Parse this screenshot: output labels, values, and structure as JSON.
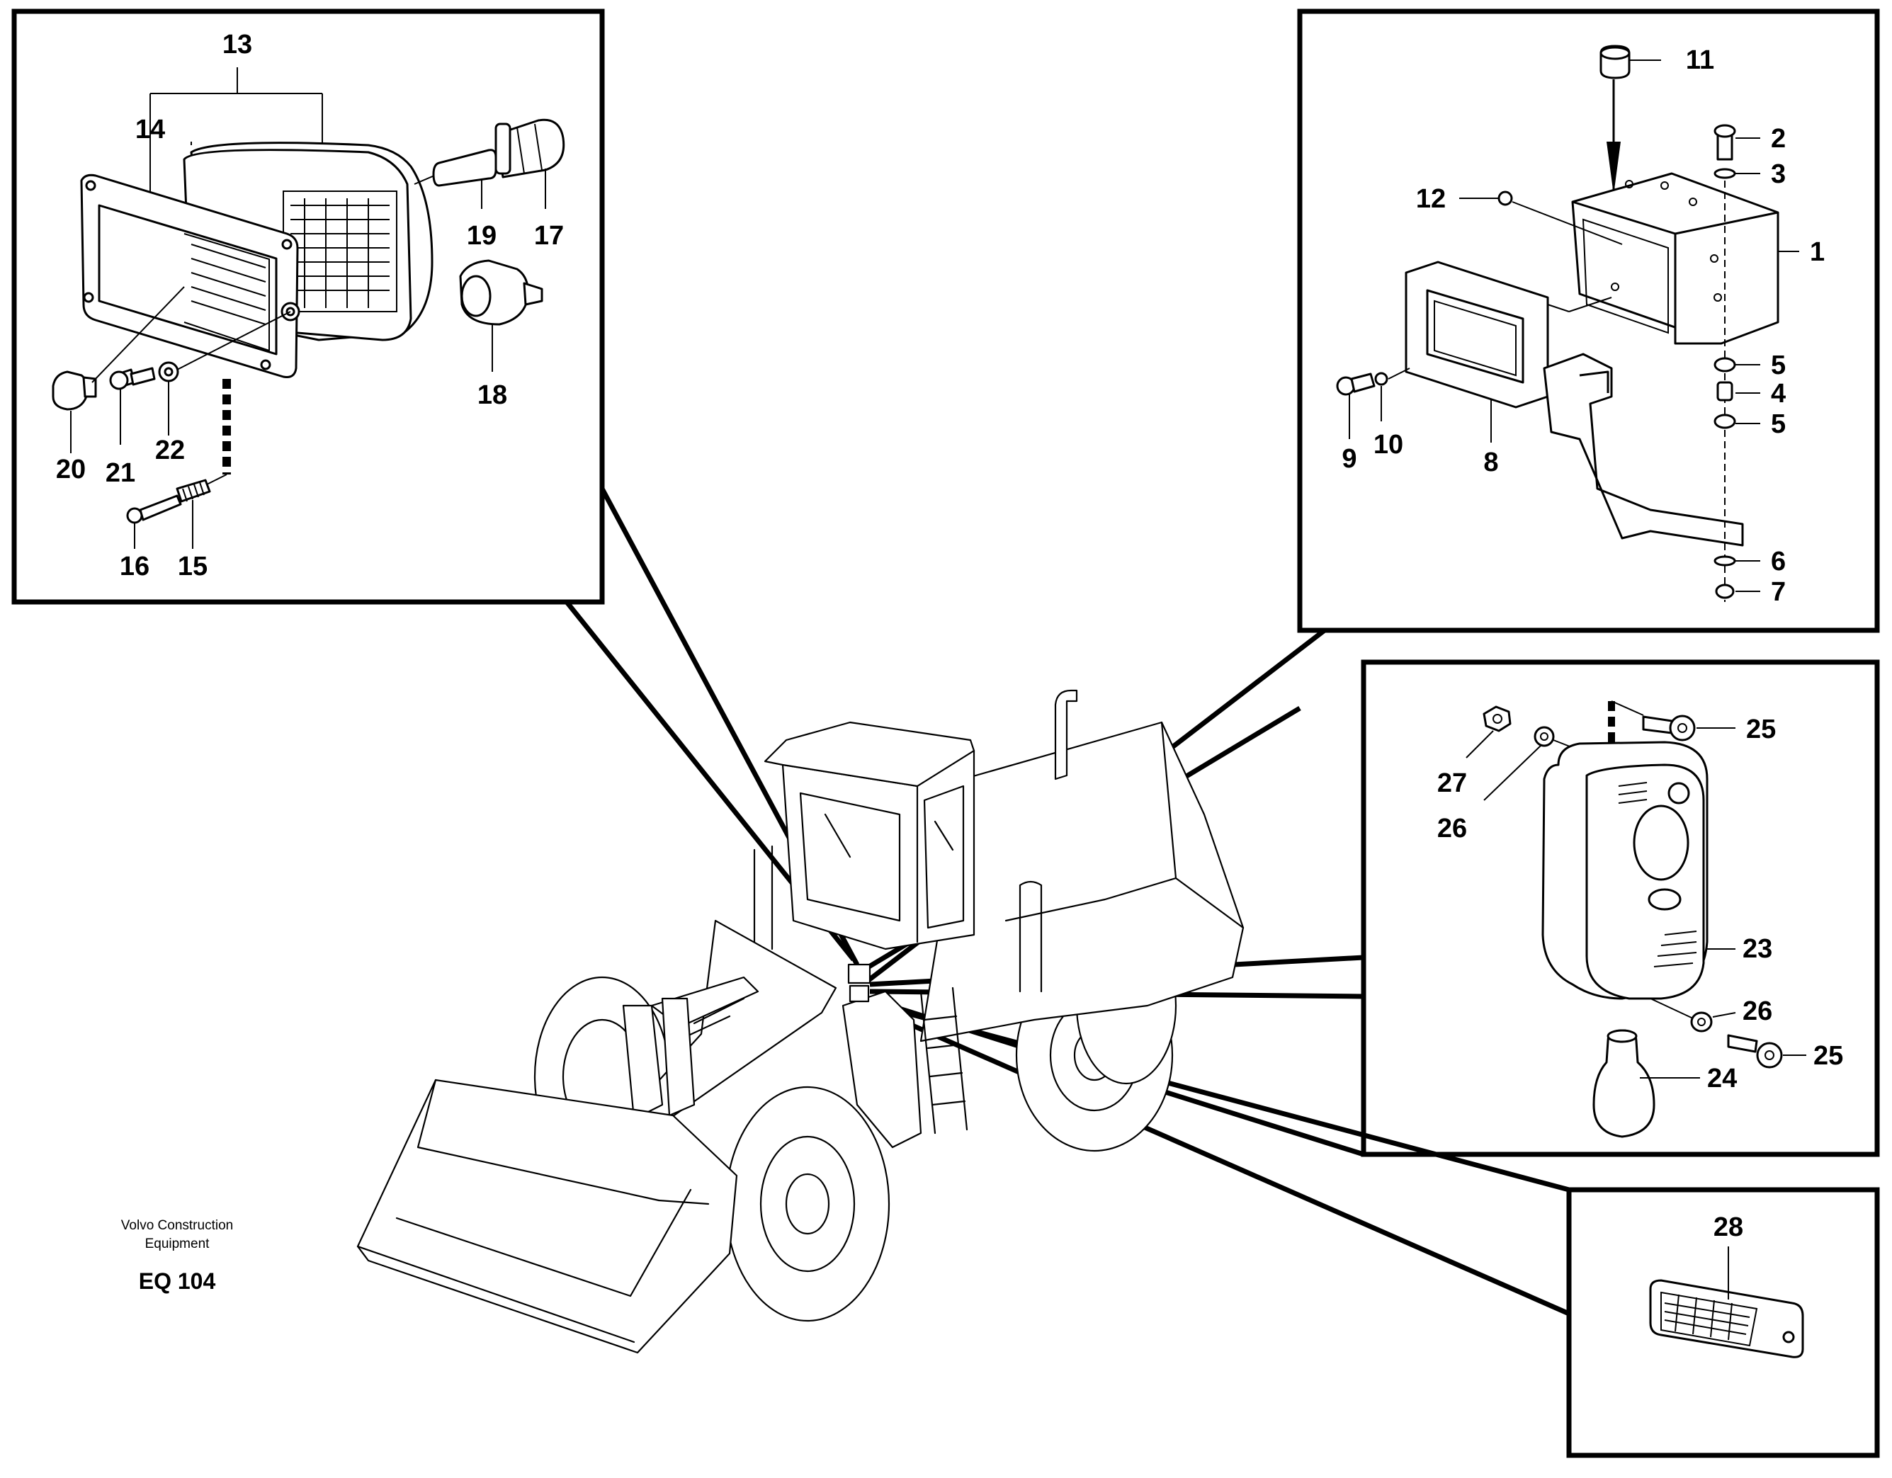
{
  "diagram": {
    "brand": "Volvo Construction\nEquipment",
    "brand_line1": "Volvo Construction",
    "brand_line2": "Equipment",
    "figure_code": "EQ 104",
    "colors": {
      "ink": "#000000",
      "paper": "#ffffff"
    },
    "panels": {
      "work_light": {
        "callouts": [
          {
            "id": "13",
            "label": "13"
          },
          {
            "id": "14",
            "label": "14"
          },
          {
            "id": "19",
            "label": "19"
          },
          {
            "id": "17",
            "label": "17"
          },
          {
            "id": "18",
            "label": "18"
          },
          {
            "id": "20",
            "label": "20"
          },
          {
            "id": "21",
            "label": "21"
          },
          {
            "id": "22",
            "label": "22"
          },
          {
            "id": "16",
            "label": "16"
          },
          {
            "id": "15",
            "label": "15"
          }
        ]
      },
      "bracket": {
        "callouts": [
          {
            "id": "11",
            "label": "11"
          },
          {
            "id": "2",
            "label": "2"
          },
          {
            "id": "3",
            "label": "3"
          },
          {
            "id": "12",
            "label": "12"
          },
          {
            "id": "1",
            "label": "1"
          },
          {
            "id": "5a",
            "label": "5"
          },
          {
            "id": "4",
            "label": "4"
          },
          {
            "id": "5b",
            "label": "5"
          },
          {
            "id": "9",
            "label": "9"
          },
          {
            "id": "10",
            "label": "10"
          },
          {
            "id": "8",
            "label": "8"
          },
          {
            "id": "6",
            "label": "6"
          },
          {
            "id": "7",
            "label": "7"
          }
        ]
      },
      "lamp": {
        "callouts": [
          {
            "id": "25a",
            "label": "25"
          },
          {
            "id": "27",
            "label": "27"
          },
          {
            "id": "26a",
            "label": "26"
          },
          {
            "id": "23",
            "label": "23"
          },
          {
            "id": "26b",
            "label": "26"
          },
          {
            "id": "25b",
            "label": "25"
          },
          {
            "id": "24",
            "label": "24"
          }
        ]
      },
      "reflector": {
        "callouts": [
          {
            "id": "28",
            "label": "28"
          }
        ]
      }
    }
  }
}
